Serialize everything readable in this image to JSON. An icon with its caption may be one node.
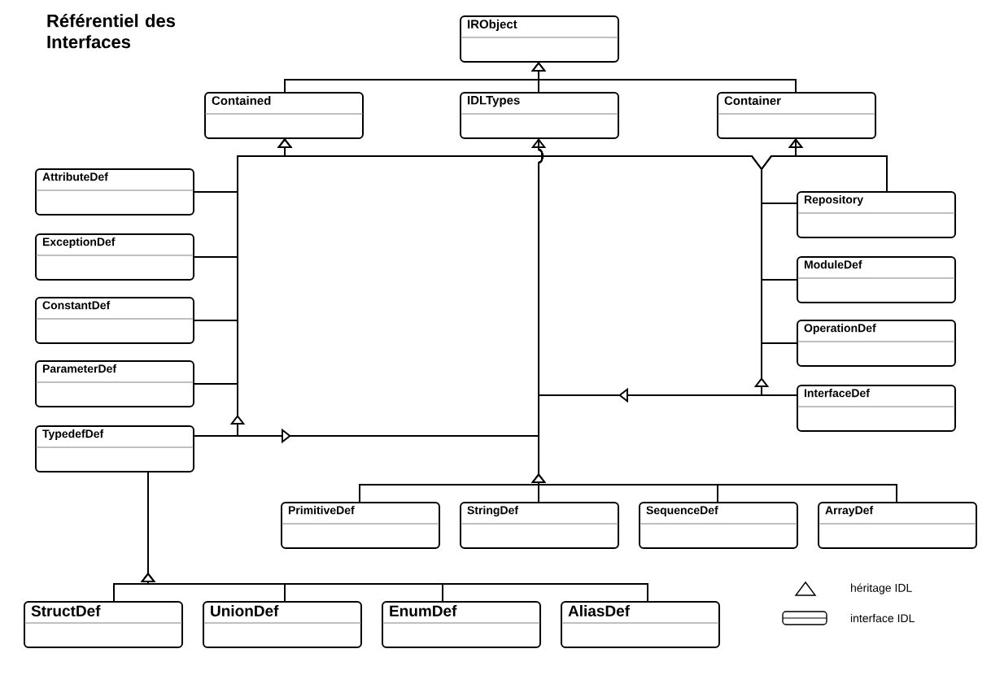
{
  "diagram": {
    "title": "Référentiel des Interfaces",
    "nodes": [
      {
        "text": [
          "IRObject"
        ]
      },
      {
        "text": [
          "Contained"
        ]
      },
      {
        "text": [
          "IDLTypes"
        ]
      },
      {
        "text": [
          "Container"
        ]
      },
      {
        "text": [
          "AttributeDef"
        ]
      },
      {
        "text": [
          "ExceptionDef"
        ]
      },
      {
        "text": [
          "ConstantDef"
        ]
      },
      {
        "text": [
          "ParameterDef"
        ]
      },
      {
        "text": [
          "TypedefDef"
        ]
      },
      {
        "text": [
          "Repository"
        ]
      },
      {
        "text": [
          "ModuleDef"
        ]
      },
      {
        "text": [
          "OperationDef"
        ]
      },
      {
        "text": [
          "InterfaceDef"
        ]
      },
      {
        "text": [
          "PrimitiveDef"
        ]
      },
      {
        "text": [
          "StringDef"
        ]
      },
      {
        "text": [
          "SequenceDef"
        ]
      },
      {
        "text": [
          "ArrayDef"
        ]
      },
      {
        "text": [
          "StructDef"
        ]
      },
      {
        "text": [
          "UnionDef"
        ]
      },
      {
        "text": [
          "EnumDef"
        ]
      },
      {
        "text": [
          "AliasDef"
        ]
      }
    ],
    "edges": [
      {
        "from": 1,
        "to": 0,
        "arrow": "to"
      },
      {
        "from": 2,
        "to": 0,
        "arrow": "to"
      },
      {
        "from": 3,
        "to": 0,
        "arrow": "to"
      },
      {
        "from": 4,
        "to": 1,
        "arrow": "to"
      },
      {
        "from": 5,
        "to": 1,
        "arrow": "to"
      },
      {
        "from": 6,
        "to": 1,
        "arrow": "to"
      },
      {
        "from": 7,
        "to": 1,
        "arrow": "to"
      },
      {
        "from": 8,
        "to": 1,
        "arrow": "to"
      },
      {
        "from": 8,
        "to": 2,
        "arrow": "to"
      },
      {
        "from": 9,
        "to": 3,
        "arrow": "to"
      },
      {
        "from": 9,
        "to": 1,
        "arrow": "to"
      },
      {
        "from": 10,
        "to": 3,
        "arrow": "to"
      },
      {
        "from": 11,
        "to": 1,
        "arrow": "to"
      },
      {
        "from": 12,
        "to": 3,
        "arrow": "to"
      },
      {
        "from": 12,
        "to": 2,
        "arrow": "to"
      },
      {
        "from": 13,
        "to": 2,
        "arrow": "to"
      },
      {
        "from": 14,
        "to": 2,
        "arrow": "to"
      },
      {
        "from": 15,
        "to": 2,
        "arrow": "to"
      },
      {
        "from": 16,
        "to": 2,
        "arrow": "to"
      },
      {
        "from": 17,
        "to": 8,
        "arrow": "to"
      },
      {
        "from": 18,
        "to": 8,
        "arrow": "to"
      },
      {
        "from": 19,
        "to": 8,
        "arrow": "to"
      },
      {
        "from": 20,
        "to": 8,
        "arrow": "to"
      }
    ],
    "legend": [
      {
        "text": "héritage IDL"
      },
      {
        "text": "interface IDL"
      }
    ]
  }
}
